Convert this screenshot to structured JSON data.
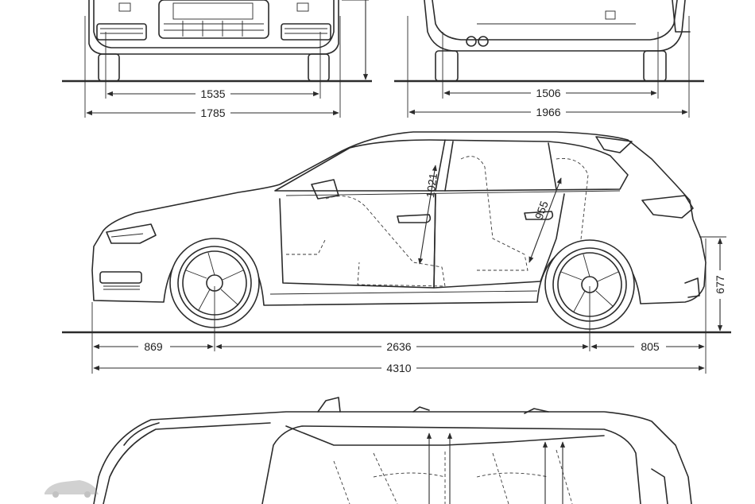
{
  "drawing": {
    "line_color": "#2b2b2b",
    "background": "#ffffff"
  },
  "dimensions": {
    "front_track": "1535",
    "front_width": "1785",
    "rear_track": "1506",
    "rear_width_mirrors": "1966",
    "front_overhang": "869",
    "wheelbase": "2636",
    "rear_overhang": "805",
    "overall_length": "4310",
    "rear_height": "677",
    "front_headroom": "1021",
    "rear_headroom": "955"
  }
}
